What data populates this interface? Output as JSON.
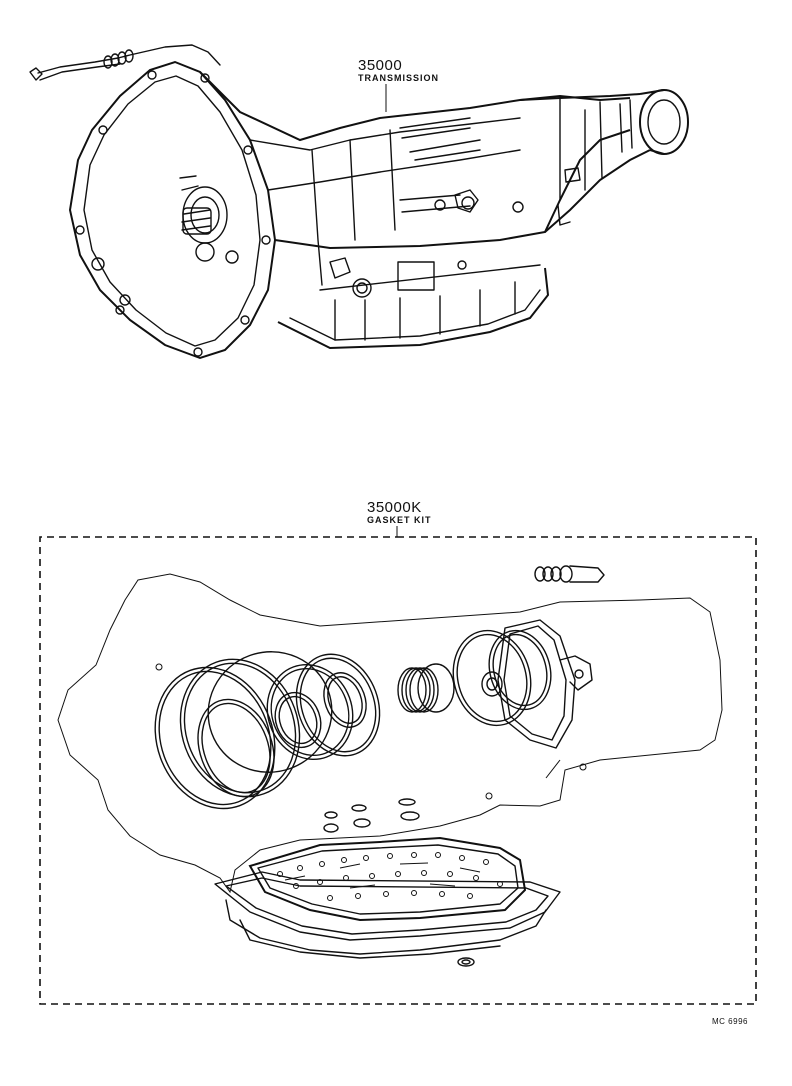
{
  "parts": [
    {
      "part_number": "35000",
      "part_name": "TRANSMISSION"
    },
    {
      "part_number": "35000K",
      "part_name": "GASKET KIT"
    }
  ],
  "figure_code": "MC 6996"
}
